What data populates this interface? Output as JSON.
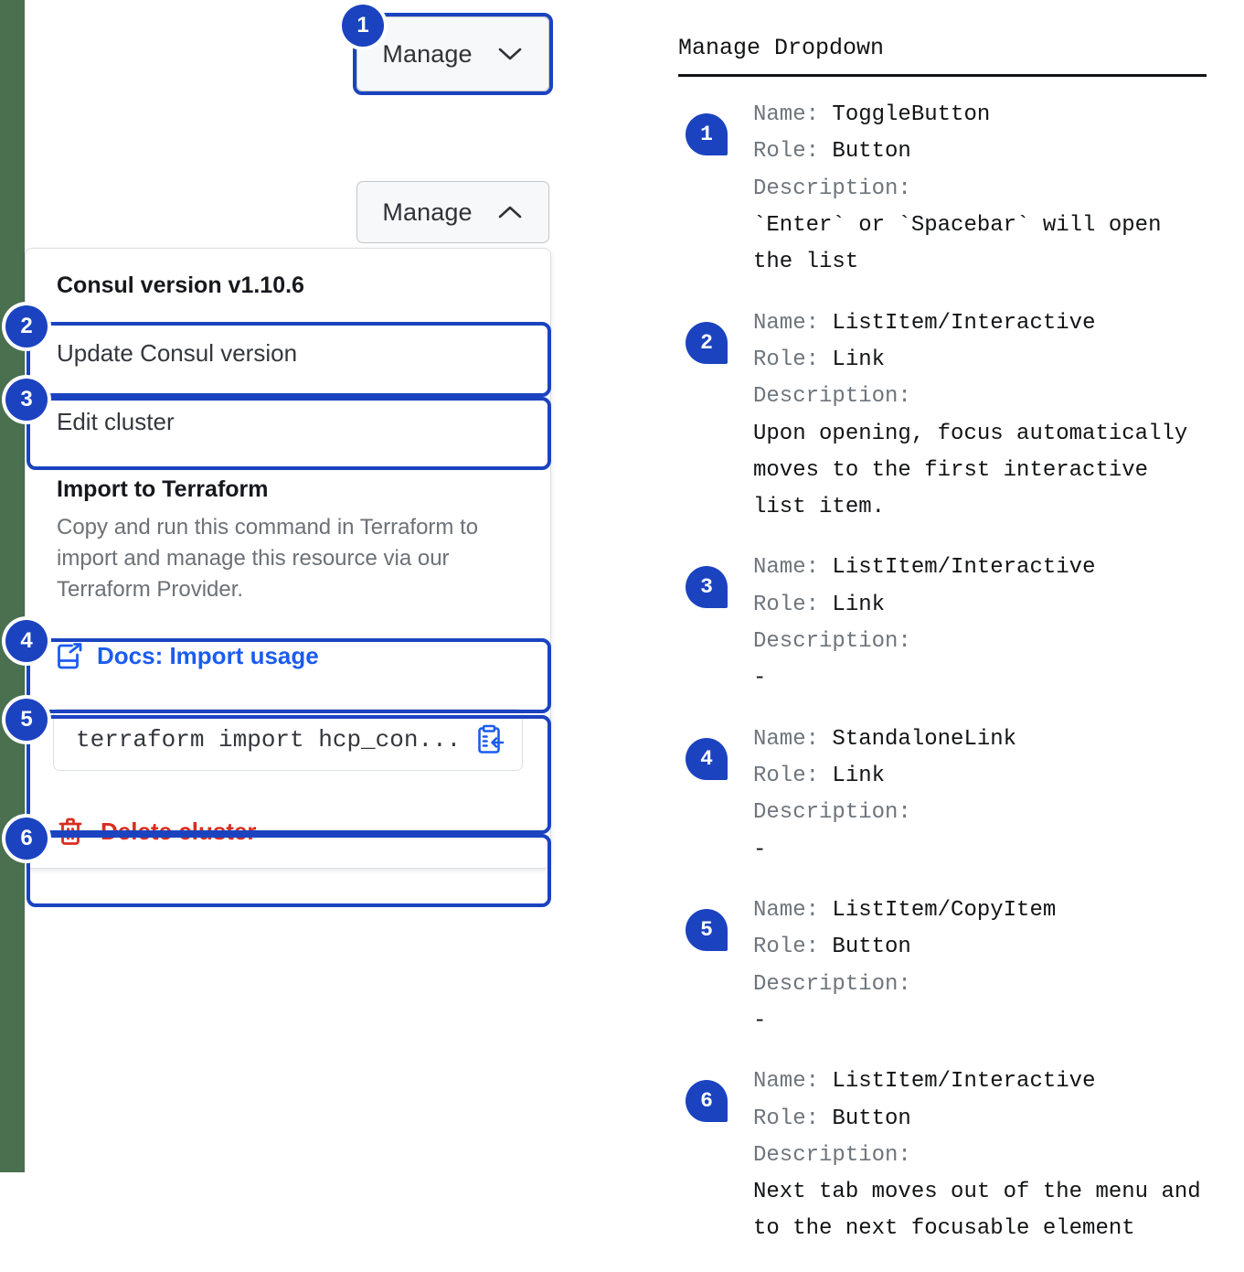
{
  "colors": {
    "accent_blue": "#1b43c0",
    "link_blue": "#1b5cf0",
    "danger_red": "#d92d20",
    "edge_strip_green": "#4a7050",
    "panel_border": "#dcdfe4"
  },
  "left": {
    "toggle_closed": {
      "label": "Manage",
      "chevron": "chevron-down-icon"
    },
    "toggle_open": {
      "label": "Manage",
      "chevron": "chevron-up-icon"
    },
    "dropdown": {
      "version_header": "Consul version v1.10.6",
      "items": [
        {
          "label": "Update Consul version"
        },
        {
          "label": "Edit cluster"
        }
      ],
      "terraform": {
        "title": "Import to Terraform",
        "body": "Copy and run this command in Terraform to import and manage this resource via our Terraform Provider.",
        "docs_link": {
          "label": "Docs: Import usage",
          "icon": "docs-external-link-icon"
        },
        "copy_field": {
          "value": "terraform import hcp_con...",
          "icon": "clipboard-copy-icon"
        }
      },
      "delete": {
        "label": "Delete cluster",
        "icon": "trash-icon"
      }
    },
    "badges": [
      "1",
      "2",
      "3",
      "4",
      "5",
      "6"
    ]
  },
  "right": {
    "title": "Manage Dropdown",
    "labels": {
      "name": "Name:",
      "role": "Role:",
      "description": "Description:"
    },
    "entries": [
      {
        "num": "1",
        "name": "ToggleButton",
        "role": "Button",
        "description": "`Enter` or `Spacebar` will open\nthe list"
      },
      {
        "num": "2",
        "name": "ListItem/Interactive",
        "role": "Link",
        "description": "Upon opening, focus automatically\nmoves to the first interactive\nlist item."
      },
      {
        "num": "3",
        "name": "ListItem/Interactive",
        "role": "Link",
        "description": "-"
      },
      {
        "num": "4",
        "name": "StandaloneLink",
        "role": "Link",
        "description": "-"
      },
      {
        "num": "5",
        "name": "ListItem/CopyItem",
        "role": "Button",
        "description": "-"
      },
      {
        "num": "6",
        "name": "ListItem/Interactive",
        "role": "Button",
        "description": "Next tab moves out of the menu and\nto the next focusable element"
      }
    ]
  }
}
